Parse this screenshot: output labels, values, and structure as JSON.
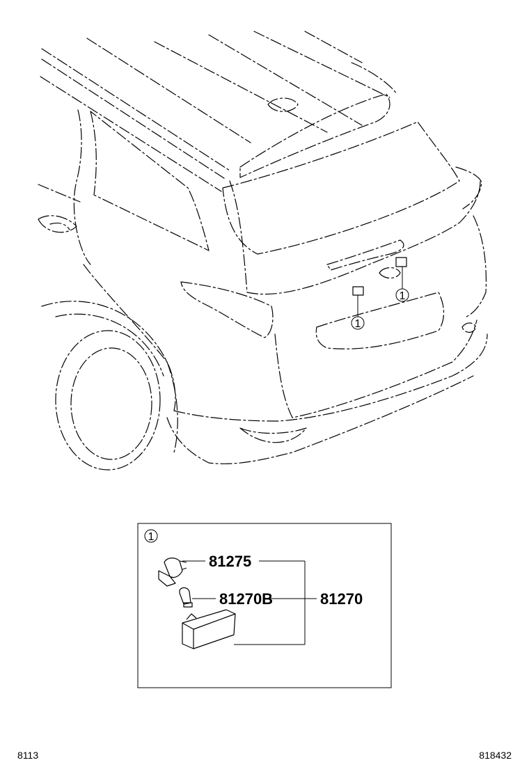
{
  "diagram": {
    "callout_number": "1",
    "parts": {
      "socket": "81275",
      "bulb": "81270B",
      "assembly": "81270"
    },
    "footer": {
      "left_code": "8113",
      "right_code": "818432"
    }
  }
}
